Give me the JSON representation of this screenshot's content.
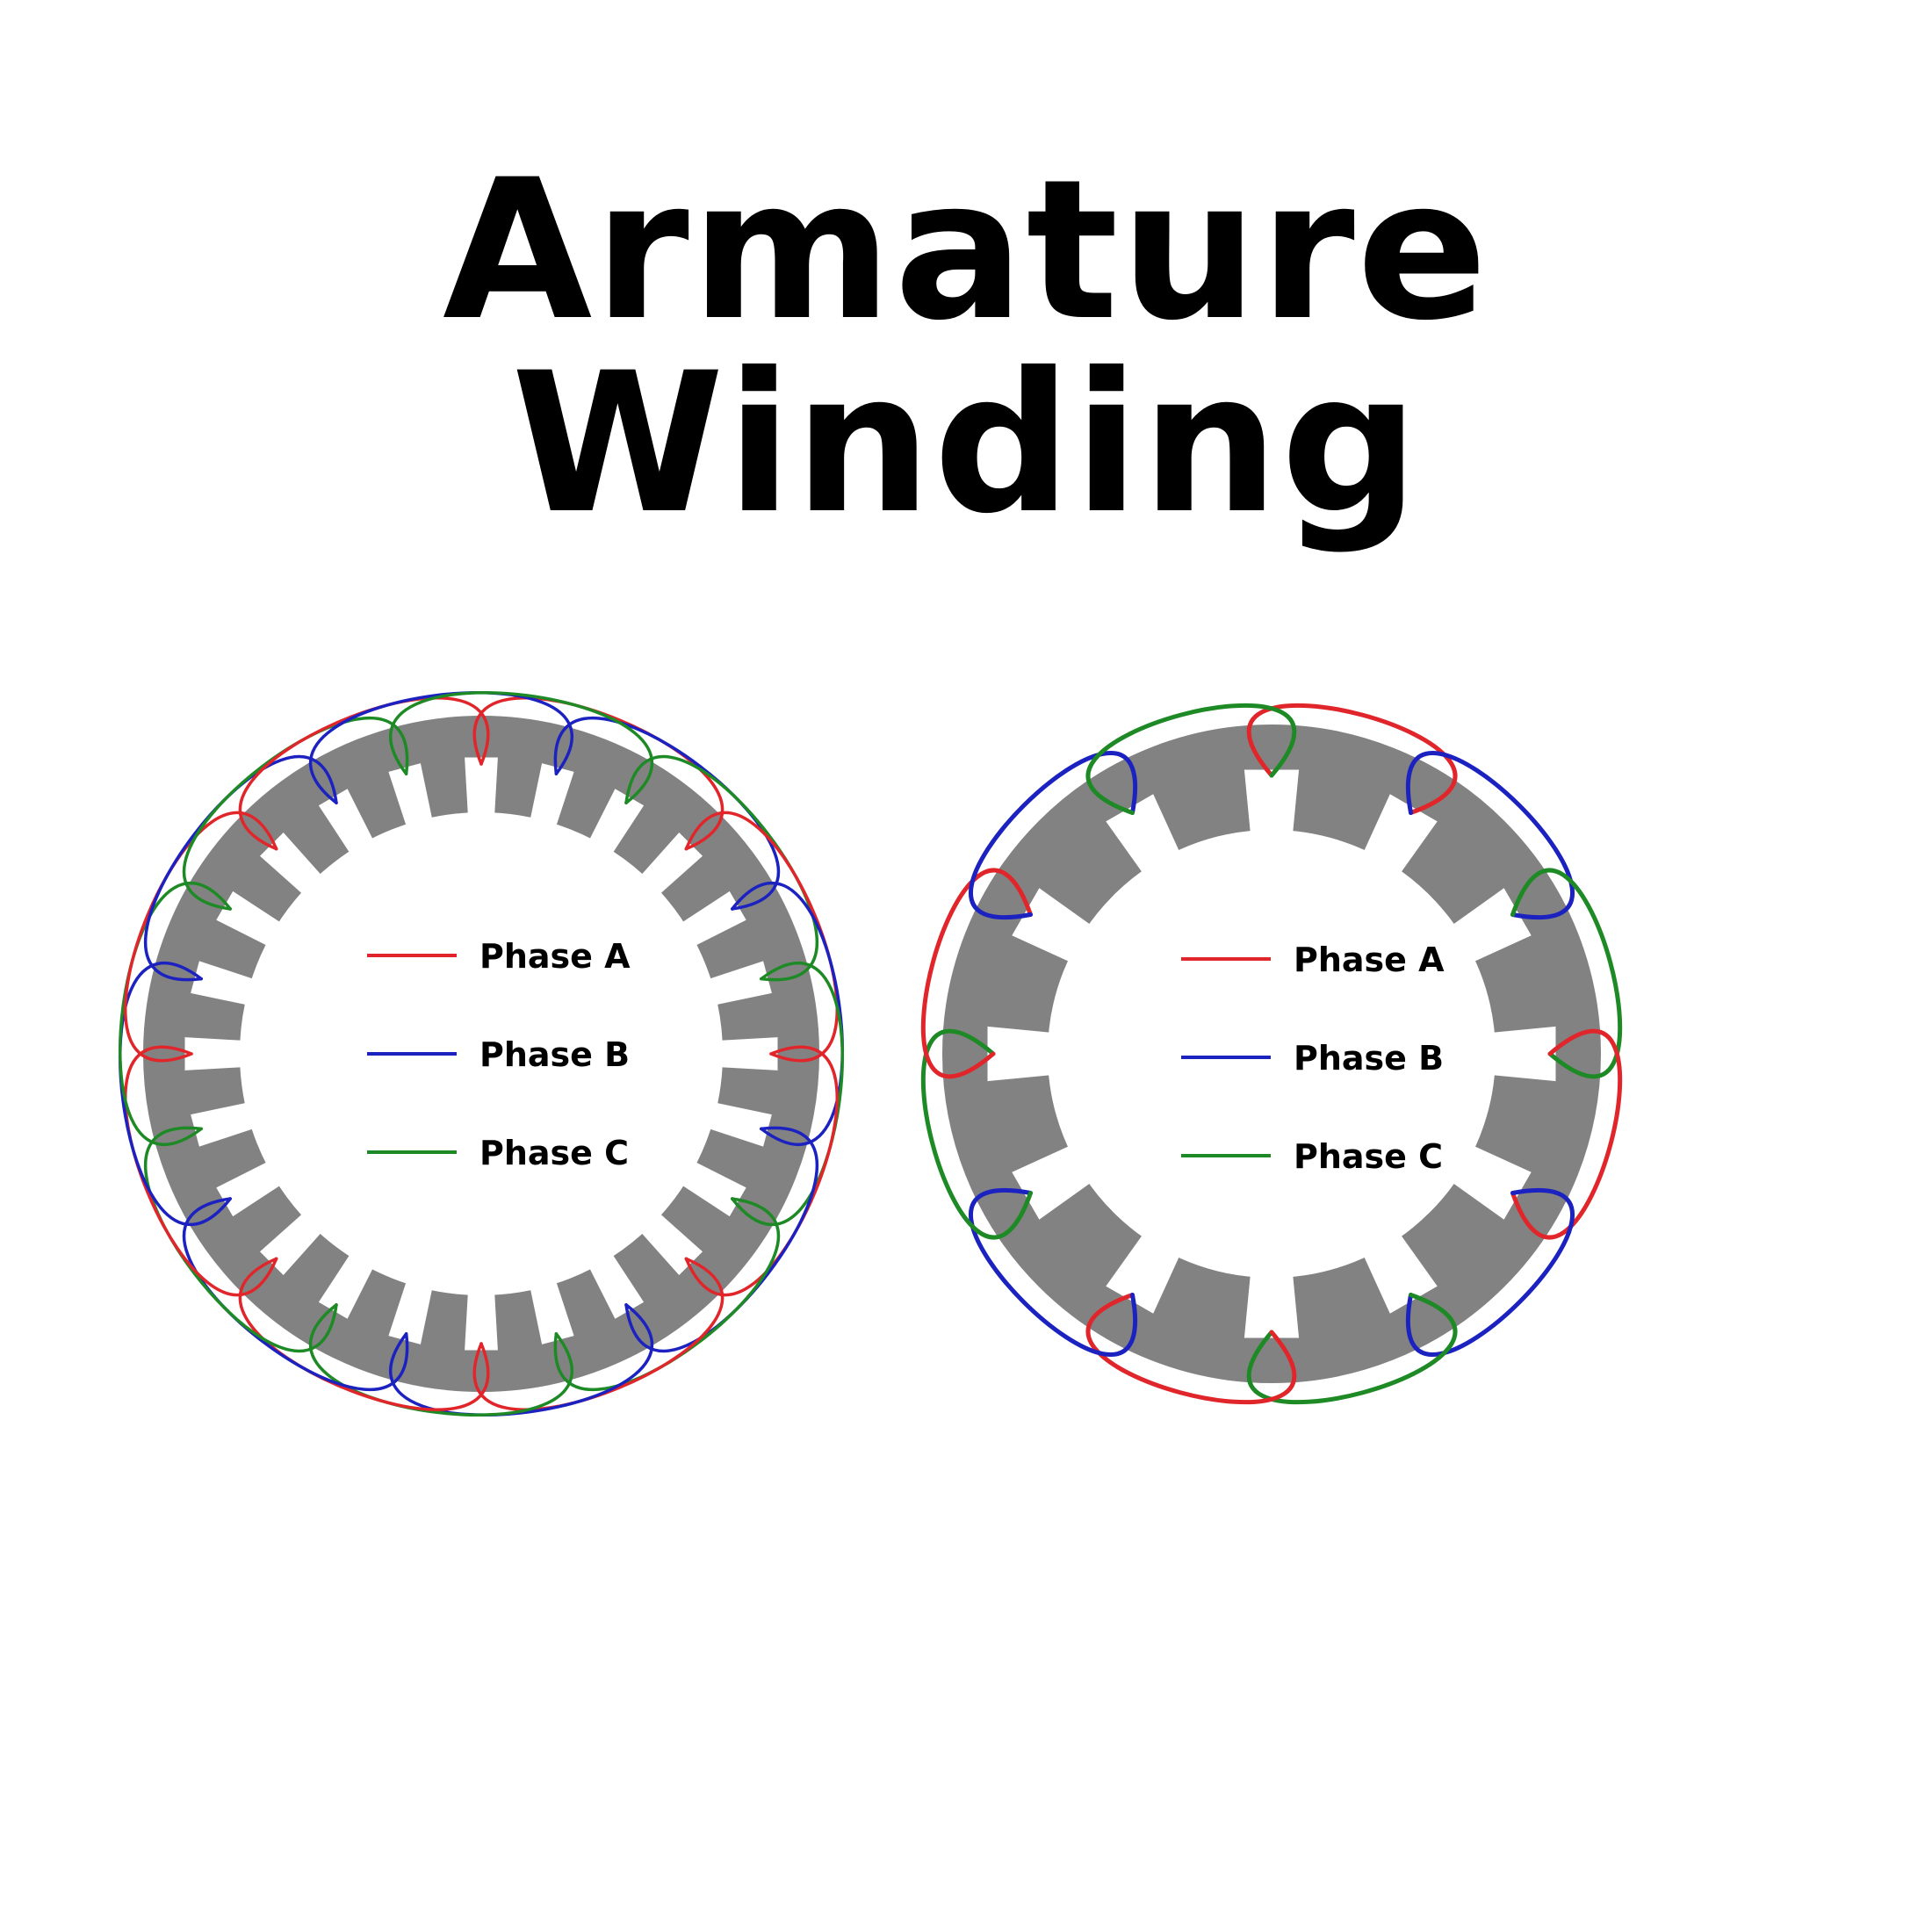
{
  "title": "Armature Winding",
  "colors": {
    "background": "#ffffff",
    "core": "#828282",
    "slot": "#ffffff",
    "phase_a": "#e0262a",
    "phase_b": "#1c22c0",
    "phase_c": "#1e8a25",
    "text": "#000000"
  },
  "left_stator": {
    "slots": 24,
    "legend": [
      {
        "label": "Phase A",
        "color_key": "phase_a"
      },
      {
        "label": "Phase B",
        "color_key": "phase_b"
      },
      {
        "label": "Phase C",
        "color_key": "phase_c"
      }
    ]
  },
  "right_stator": {
    "slots": 12,
    "legend": [
      {
        "label": "Phase A",
        "color_key": "phase_a"
      },
      {
        "label": "Phase B",
        "color_key": "phase_b"
      },
      {
        "label": "Phase C",
        "color_key": "phase_c"
      }
    ]
  }
}
